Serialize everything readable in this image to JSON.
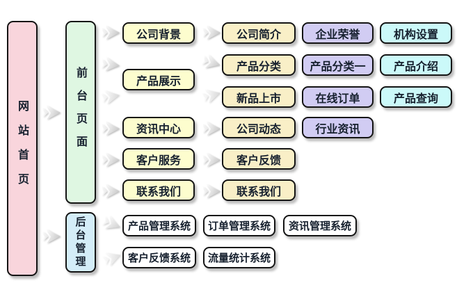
{
  "palette": {
    "bg": "#ffffff",
    "border": "#141414",
    "text": "#16202e",
    "pink": "#f9d5dc",
    "green": "#dff7e2",
    "skyblue": "#d4edf8",
    "yellow": "#fdfdce",
    "cream": "#f9efc7",
    "purple": "#d1ccf3",
    "cyan": "#cbf9f9",
    "white": "#ffffff",
    "arrow_light": "#f6f6f6",
    "arrow_dark": "#c6c6c6",
    "shadow": "rgba(110,110,110,0.45)"
  },
  "nodes": {
    "home": {
      "label": "网站首页"
    },
    "frontend": {
      "label": "前台页面"
    },
    "backend": {
      "label": "后台管理"
    },
    "sections": [
      {
        "label": "公司背景"
      },
      {
        "label": "产品展示"
      },
      {
        "label": "资讯中心"
      },
      {
        "label": "客户服务"
      },
      {
        "label": "联系我们"
      }
    ],
    "pages": [
      {
        "label": "公司简介"
      },
      {
        "label": "产品分类"
      },
      {
        "label": "新品上市"
      },
      {
        "label": "公司动态"
      },
      {
        "label": "客户反馈"
      },
      {
        "label": "联系我们"
      }
    ],
    "subpages": [
      {
        "label": "企业荣誉"
      },
      {
        "label": "产品分类一"
      },
      {
        "label": "在线订单"
      },
      {
        "label": "行业资讯"
      }
    ],
    "detail_pages": [
      {
        "label": "机构设置"
      },
      {
        "label": "产品介绍"
      },
      {
        "label": "产品查询"
      }
    ],
    "backend_modules": [
      {
        "label": "产品管理系统"
      },
      {
        "label": "订单管理系统"
      },
      {
        "label": "资讯管理系统"
      },
      {
        "label": "客户反馈系统"
      },
      {
        "label": "流量统计系统"
      }
    ]
  }
}
